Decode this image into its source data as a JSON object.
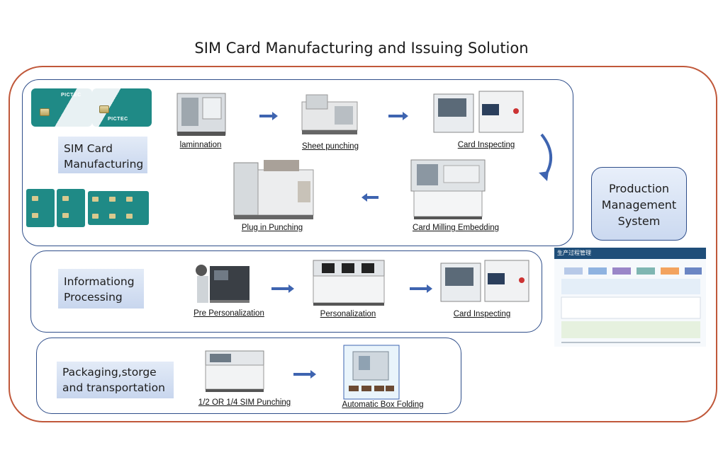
{
  "title": "SIM Card Manufacturing and Issuing Solution",
  "sections": {
    "manufacturing": {
      "label": "SIM Card Manufacturing"
    },
    "processing": {
      "label": "Informationg Processing"
    },
    "packaging": {
      "label": "Packaging,storge and transportation"
    }
  },
  "manufacturing_steps": {
    "lamination": "laminnation",
    "sheet_punching": "Sheet punching",
    "card_inspecting": "Card Inspecting",
    "card_milling": "Card Milling Embedding",
    "plug_in_punching": "Plug in Punching"
  },
  "processing_steps": {
    "pre_personalization": "Pre Personalization",
    "personalization": "Personalization",
    "card_inspecting": "Card Inspecting"
  },
  "packaging_steps": {
    "sim_punching": "1/2 OR 1/4 SIM Punching",
    "box_folding": "Automatic Box Folding"
  },
  "production_management": "Production Management System",
  "brand": "PICTEC",
  "chart_header": "生产过程管理",
  "colors": {
    "outer_border": "#c0583a",
    "panel_border": "#2f4e8a",
    "arrow": "#3e64b0",
    "card_teal": "#1f8a86"
  }
}
